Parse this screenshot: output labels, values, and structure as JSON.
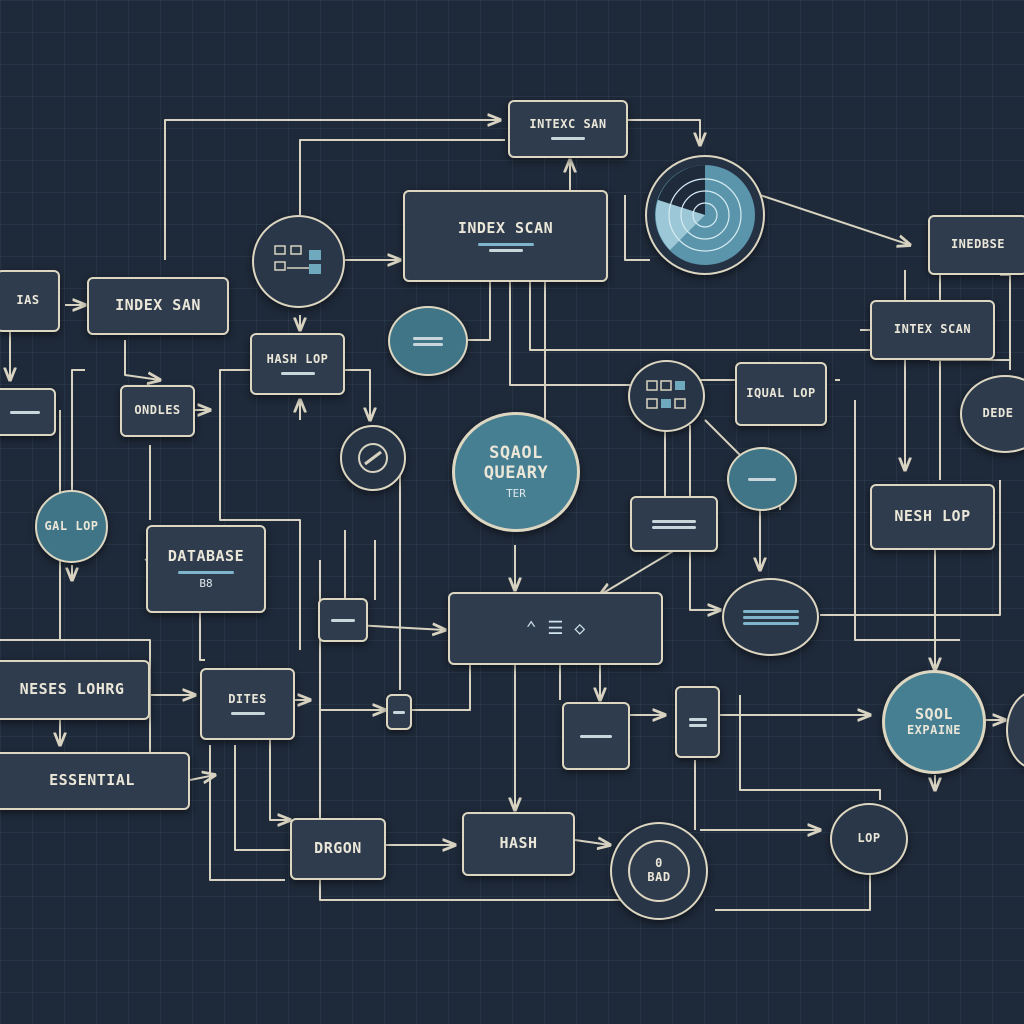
{
  "nodes": {
    "index_scan_top": "INTEXC SAN",
    "index_scan_center": "INDEX SCAN",
    "index_scan_left": "INDEX SAN",
    "index_scan_right": "INTEX SCAN",
    "nested_loop_right": "NESH LOP",
    "hash_loop": "HASH LOP",
    "indebse": "INEDBSE",
    "ias": "IAS",
    "ondles": "ONDLES",
    "qual_lop": "IQUAL LOP",
    "database": "DATABASE",
    "database_code": "B8",
    "sql_query_line1": "SQAOL",
    "sql_query_line2": "QUEARY",
    "sql_query_line3": "TER",
    "sql_explain_line1": "SQOL",
    "sql_explain_line2": "EXPAINE",
    "nested_loop_left": "NESES LOHRG",
    "essential": "ESSENTIAL",
    "dites": "DITES",
    "drgon": "DRGON",
    "hash": "HASH",
    "circle_bottom_right": "LOP",
    "circle_bottom_mid_line1": "0",
    "circle_bottom_mid_line2": "BAD",
    "circle_left_mid": "GAL LOP",
    "circle_right_edge": "DEDE"
  },
  "icons": {
    "pie": "pie-chart-icon",
    "gauge": "gauge-icon",
    "chevrons": "chevron-icon"
  },
  "colors": {
    "background": "#1e2939",
    "node_fill": "#2f3c4e",
    "teal": "#3f7587",
    "line": "#d8d3c0",
    "accent": "#7fb6cc"
  }
}
